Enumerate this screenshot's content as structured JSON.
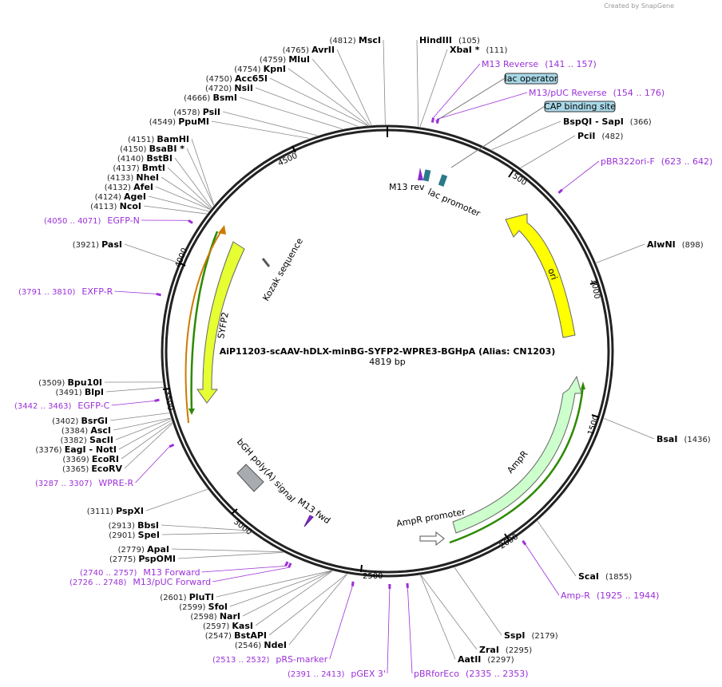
{
  "credit": "Created by SnapGene",
  "plasmid": {
    "name": "AiP11203-scAAV-hDLX-minBG-SYFP2-WPRE3-BGHpA (Alias: CN1203)",
    "length_text": "4819 bp",
    "length": 4819
  },
  "ticks": [
    "500",
    "1000",
    "1500",
    "2000",
    "2500",
    "3000",
    "3500",
    "4000",
    "4500"
  ],
  "enzymes_right": [
    {
      "name": "HindIII",
      "pos": "(105)"
    },
    {
      "name": "XbaI *",
      "pos": "(111)"
    },
    {
      "name": "BspQI  - SapI",
      "pos": "(366)"
    },
    {
      "name": "PciI",
      "pos": "(482)"
    },
    {
      "name": "AlwNI",
      "pos": "(898)"
    },
    {
      "name": "BsaI",
      "pos": "(1436)"
    },
    {
      "name": "ScaI",
      "pos": "(1855)"
    },
    {
      "name": "SspI",
      "pos": "(2179)"
    },
    {
      "name": "ZraI",
      "pos": "(2295)"
    },
    {
      "name": "AatII",
      "pos": "(2297)"
    }
  ],
  "enzymes_left": [
    {
      "name": "MscI",
      "pos": "(4812)"
    },
    {
      "name": "AvrII",
      "pos": "(4765)"
    },
    {
      "name": "MluI",
      "pos": "(4759)"
    },
    {
      "name": "KpnI",
      "pos": "(4754)"
    },
    {
      "name": "Acc65I",
      "pos": "(4750)"
    },
    {
      "name": "NsiI",
      "pos": "(4720)"
    },
    {
      "name": "BsmI",
      "pos": "(4666)"
    },
    {
      "name": "PsiI",
      "pos": "(4578)"
    },
    {
      "name": "PpuMI",
      "pos": "(4549)"
    },
    {
      "name": "BamHI",
      "pos": "(4151)"
    },
    {
      "name": "BsaBI *",
      "pos": "(4150)"
    },
    {
      "name": "BstBI",
      "pos": "(4140)"
    },
    {
      "name": "BmtI",
      "pos": "(4137)"
    },
    {
      "name": "NheI",
      "pos": "(4133)"
    },
    {
      "name": "AfeI",
      "pos": "(4132)"
    },
    {
      "name": "AgeI",
      "pos": "(4124)"
    },
    {
      "name": "NcoI",
      "pos": "(4113)"
    },
    {
      "name": "PasI",
      "pos": "(3921)"
    },
    {
      "name": "Bpu10I",
      "pos": "(3509)"
    },
    {
      "name": "BlpI",
      "pos": "(3491)"
    },
    {
      "name": "BsrGI",
      "pos": "(3402)"
    },
    {
      "name": "AscI",
      "pos": "(3384)"
    },
    {
      "name": "SacII",
      "pos": "(3382)"
    },
    {
      "name": "EagI  - NotI",
      "pos": "(3376)"
    },
    {
      "name": "EcoRI",
      "pos": "(3369)"
    },
    {
      "name": "EcoRV",
      "pos": "(3365)"
    },
    {
      "name": "PspXI",
      "pos": "(3111)"
    },
    {
      "name": "BbsI",
      "pos": "(2913)"
    },
    {
      "name": "SpeI",
      "pos": "(2901)"
    },
    {
      "name": "ApaI",
      "pos": "(2779)"
    },
    {
      "name": "PspOMI",
      "pos": "(2775)"
    },
    {
      "name": "PluTI",
      "pos": "(2601)"
    },
    {
      "name": "SfoI",
      "pos": "(2599)"
    },
    {
      "name": "NarI",
      "pos": "(2598)"
    },
    {
      "name": "KasI",
      "pos": "(2597)"
    },
    {
      "name": "BstAPI",
      "pos": "(2547)"
    },
    {
      "name": "NdeI",
      "pos": "(2546)"
    }
  ],
  "primers": [
    {
      "name": "M13 Reverse",
      "range": "(141 .. 157)"
    },
    {
      "name": "M13/pUC Reverse",
      "range": "(154 .. 176)"
    },
    {
      "name": "pBR322ori-F",
      "range": "(623 .. 642)"
    },
    {
      "name": "Amp-R",
      "range": "(1925 .. 1944)"
    },
    {
      "name": "pBRforEco",
      "range": "(2335 .. 2353)"
    },
    {
      "name": "pGEX 3'",
      "range": "(2391 .. 2413)"
    },
    {
      "name": "pRS-marker",
      "range": "(2513 .. 2532)"
    },
    {
      "name": "M13/pUC Forward",
      "range": "(2726 .. 2748)"
    },
    {
      "name": "M13 Forward",
      "range": "(2740 .. 2757)"
    },
    {
      "name": "WPRE-R",
      "range": "(3287 .. 3307)"
    },
    {
      "name": "EGFP-C",
      "range": "(3442 .. 3463)"
    },
    {
      "name": "EXFP-R",
      "range": "(3791 .. 3810)"
    },
    {
      "name": "EGFP-N",
      "range": "(4050 .. 4071)"
    }
  ],
  "boxed_features": [
    "lac operator",
    "CAP binding site"
  ],
  "features": {
    "ori": "ori",
    "ampr": "AmpR",
    "ampr_promoter": "AmpR promoter",
    "lac_promoter": "lac promoter",
    "m13_rev": "M13 rev",
    "m13_fwd": "M13 fwd",
    "bgh": "bGH poly(A) signal",
    "syfp2": "SYFP2",
    "kozak": "Kozak sequence"
  },
  "colors": {
    "backbone": "#222222",
    "primer": "#9b30d9",
    "ori": "#ffff00",
    "ampr": "#ccffcc",
    "syfp2": "#e5ff33",
    "orf_green": "#2d8a00",
    "orf_orange": "#cc7a00",
    "lac_box": "#a8d8e8",
    "bgh": "#a8acb0",
    "promoter_teal": "#2a7a8a"
  }
}
